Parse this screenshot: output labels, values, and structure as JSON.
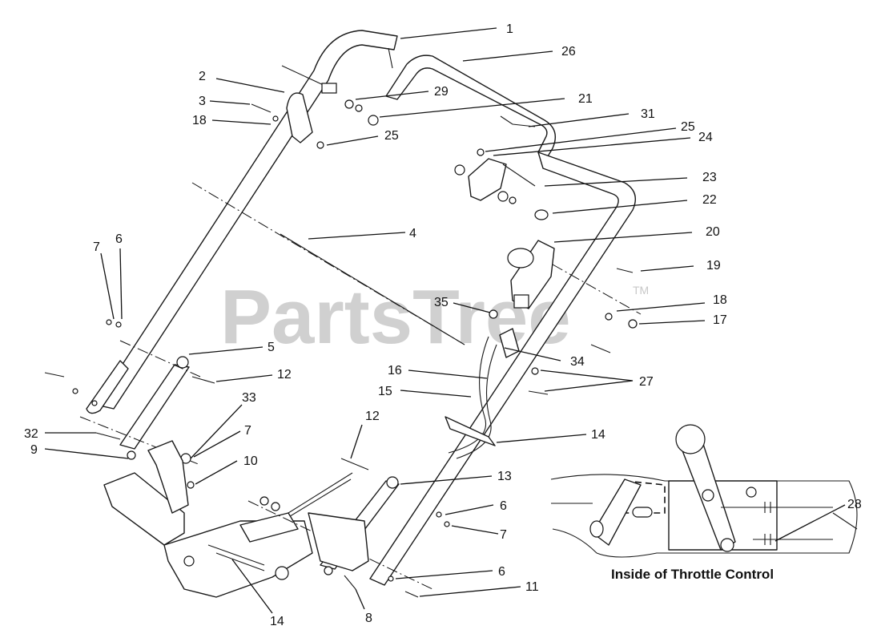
{
  "watermark": {
    "text": "PartsTree",
    "tm": "TM"
  },
  "inset": {
    "title": "Inside of Throttle Control"
  },
  "callouts": [
    {
      "n": "1"
    },
    {
      "n": "26"
    },
    {
      "n": "2"
    },
    {
      "n": "29"
    },
    {
      "n": "3"
    },
    {
      "n": "21"
    },
    {
      "n": "18"
    },
    {
      "n": "31"
    },
    {
      "n": "25"
    },
    {
      "n": "25"
    },
    {
      "n": "24"
    },
    {
      "n": "23"
    },
    {
      "n": "22"
    },
    {
      "n": "4"
    },
    {
      "n": "20"
    },
    {
      "n": "7"
    },
    {
      "n": "6"
    },
    {
      "n": "19"
    },
    {
      "n": "35"
    },
    {
      "n": "18"
    },
    {
      "n": "17"
    },
    {
      "n": "5"
    },
    {
      "n": "34"
    },
    {
      "n": "12"
    },
    {
      "n": "16"
    },
    {
      "n": "27"
    },
    {
      "n": "15"
    },
    {
      "n": "33"
    },
    {
      "n": "12"
    },
    {
      "n": "32"
    },
    {
      "n": "7"
    },
    {
      "n": "14"
    },
    {
      "n": "9"
    },
    {
      "n": "10"
    },
    {
      "n": "13"
    },
    {
      "n": "6"
    },
    {
      "n": "7"
    },
    {
      "n": "28"
    },
    {
      "n": "6"
    },
    {
      "n": "11"
    },
    {
      "n": "14"
    },
    {
      "n": "8"
    }
  ]
}
